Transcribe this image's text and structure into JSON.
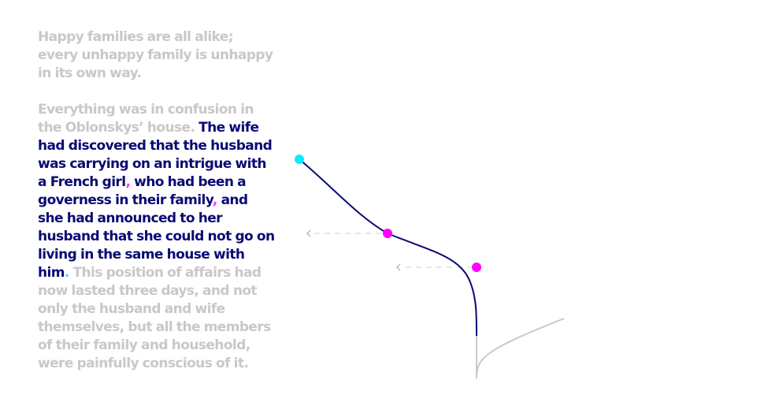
{
  "paragraph1": {
    "text": "Happy families are all alike; every unhappy family is unhappy in its own way."
  },
  "paragraph2": {
    "lead": "Everything was in confusion in the Oblonskys’ house.",
    "seg1": "The wife had discovered that the husband was carrying on an intrigue with a French girl",
    "comma1": ",",
    "seg2": "who had been a governess in their family",
    "comma2": ",",
    "seg3": "and she had announced to her husband that she could not go on living in the same house with him",
    "period": ".",
    "tail": "This position of affairs had now lasted three days, and not only the husband and wife themselves, but all the members of their family and household, were painfully conscious of it."
  },
  "colors": {
    "muted_text": "#c8c8c8",
    "highlight_text": "#0a0a73",
    "comma_marker": "#ff00ff",
    "period_marker": "#00f0ff",
    "branch_line": "#c8c8c8",
    "connector": "#cccccc"
  }
}
